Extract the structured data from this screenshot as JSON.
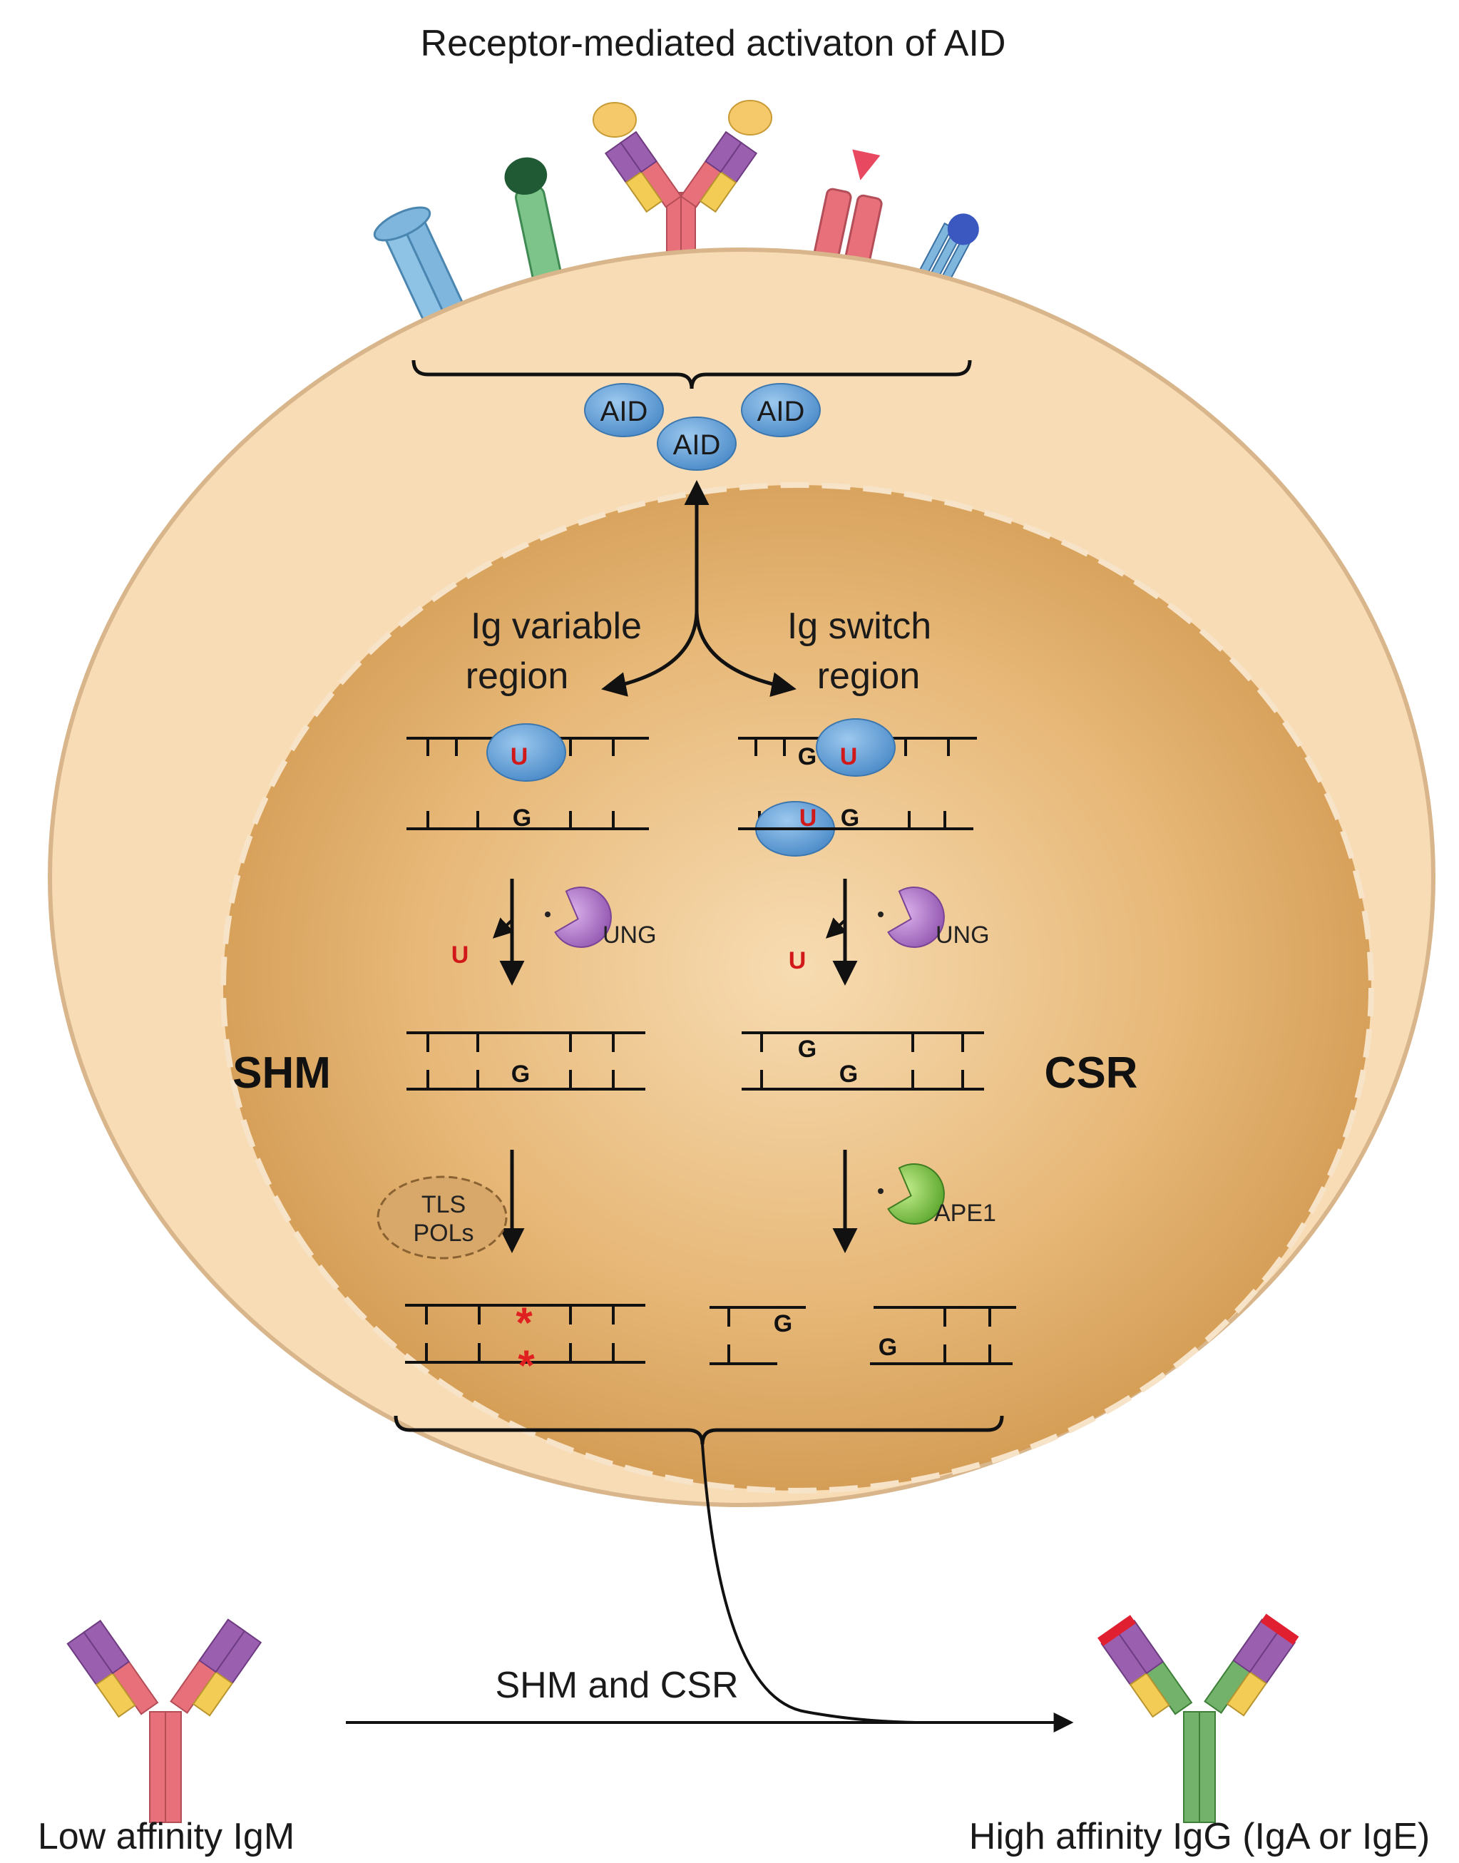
{
  "title": "Receptor-mediated activaton of AID",
  "aid_labels": [
    "AID",
    "AID",
    "AID"
  ],
  "pathways": {
    "left": {
      "line1": "Ig variable",
      "line2": "region"
    },
    "right": {
      "line1": "Ig switch",
      "line2": "region"
    }
  },
  "process_labels": {
    "shm": "SHM",
    "csr": "CSR"
  },
  "enzymes": {
    "ung": "UNG",
    "tls_line1": "TLS",
    "tls_line2": "POLs",
    "ape1": "APE1"
  },
  "bases": {
    "u": "U",
    "g": "G",
    "mutation_mark": "*"
  },
  "bottom": {
    "arrow_label": "SHM and CSR",
    "low": "Low affinity IgM",
    "high": "High affinity IgG (IgA or IgE)"
  },
  "colors": {
    "cytoplasm": "#f7dcb6",
    "nucleus_center": "#f6d7a6",
    "nucleus_edge": "#d49f55",
    "aid": "#5b9bd5",
    "ung": "#a86bc0",
    "ape1": "#7ac142",
    "igm_heavy": "#e8707a",
    "igg_heavy": "#72b26a",
    "variable": "#9b5fb0",
    "constant": "#f2cc55",
    "mutation": "#e02020"
  }
}
